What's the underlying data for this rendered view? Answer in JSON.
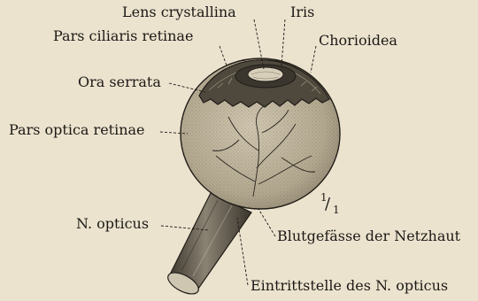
{
  "labels": {
    "lens": "Lens crystallina",
    "iris": "Iris",
    "pars_ciliaris": "Pars ciliaris retinae",
    "chorioidea": "Chorioidea",
    "ora_serrata": "Ora serrata",
    "pars_optica": "Pars optica retinae",
    "n_opticus": "N. opticus",
    "blutgefaesse": "Blutgefässe der Netzhaut",
    "eintrittstelle": "Eintrittstelle des N. opticus"
  },
  "scale": {
    "numerator": "1",
    "denominator": "1"
  },
  "colors": {
    "paper": "#ece3cf",
    "ink": "#1c1a16",
    "retina": "#bdb29c",
    "choroid": "#5a5346",
    "nerve": "#6e675a"
  }
}
